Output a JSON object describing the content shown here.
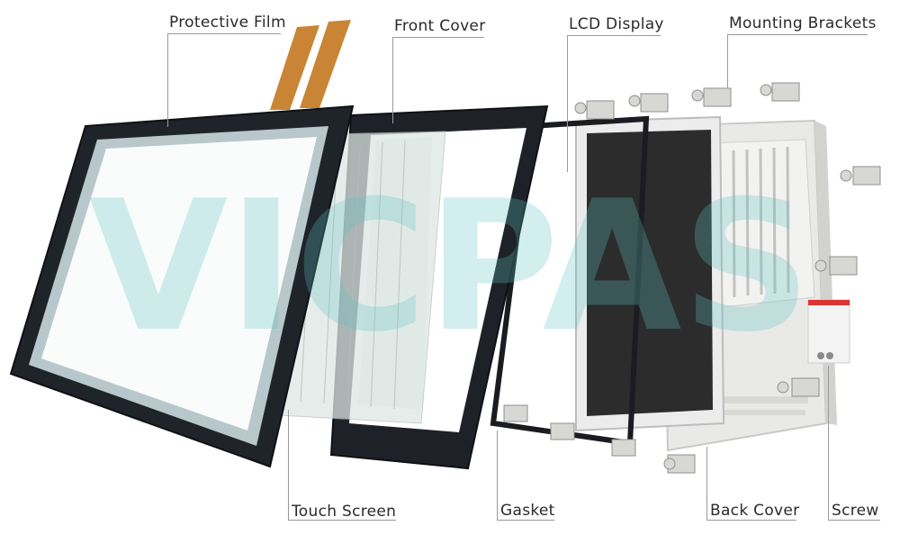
{
  "watermark": "VICPAS",
  "labels": {
    "protective_film": "Protective Film",
    "front_cover": "Front Cover",
    "lcd_display": "LCD Display",
    "mounting_brackets": "Mounting Brackets",
    "touch_screen": "Touch Screen",
    "gasket": "Gasket",
    "back_cover": "Back Cover",
    "screw": "Screw"
  },
  "colors": {
    "bezel": "#1f232a",
    "lcd": "#2b2b2b",
    "back_cover": "#e6e6e4",
    "flex_cable": "#c8823a",
    "watermark": "#5fc3c3"
  }
}
